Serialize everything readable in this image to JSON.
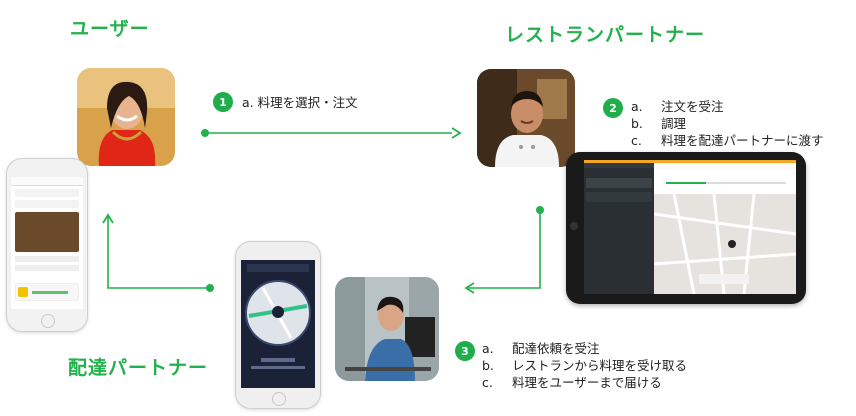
{
  "roles": {
    "user": "ユーザー",
    "restaurant": "レストランパートナー",
    "delivery": "配達パートナー"
  },
  "steps": [
    {
      "number": "1",
      "items": [
        {
          "letter": "a.",
          "text": "料理を選択・注文"
        }
      ]
    },
    {
      "number": "2",
      "items": [
        {
          "letter": "a.",
          "text": "注文を受注"
        },
        {
          "letter": "b.",
          "text": "調理"
        },
        {
          "letter": "c.",
          "text": "料理を配達パートナーに渡す"
        }
      ]
    },
    {
      "number": "3",
      "items": [
        {
          "letter": "a.",
          "text": "配達依頼を受注"
        },
        {
          "letter": "b.",
          "text": "レストランから料理を受け取る"
        },
        {
          "letter": "c.",
          "text": "料理をユーザーまで届ける"
        }
      ]
    }
  ],
  "colors": {
    "accent": "#22b14c",
    "step_badge": "#1fae4b"
  }
}
